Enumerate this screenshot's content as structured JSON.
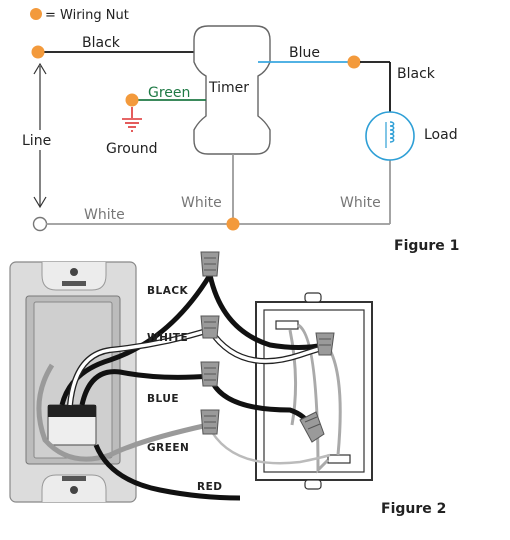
{
  "legend": {
    "symbol_label": "= Wiring Nut"
  },
  "figure1": {
    "black_top": "Black",
    "blue": "Blue",
    "black_right": "Black",
    "green": "Green",
    "timer": "Timer",
    "line": "Line",
    "ground": "Ground",
    "load": "Load",
    "white_left": "White",
    "white_mid": "White",
    "white_right": "White",
    "caption": "Figure 1"
  },
  "figure2": {
    "black": "BLACK",
    "white": "WHITE",
    "blue": "BLUE",
    "green": "GREEN",
    "red": "RED",
    "caption": "Figure 2"
  },
  "colors": {
    "nut": "#f39a3c",
    "blue_wire": "#3aa7e0",
    "green_wire": "#1f7a45",
    "ground_red": "#d33",
    "load_blue": "#2e9fd6",
    "gray_line": "#9a9a9a"
  }
}
